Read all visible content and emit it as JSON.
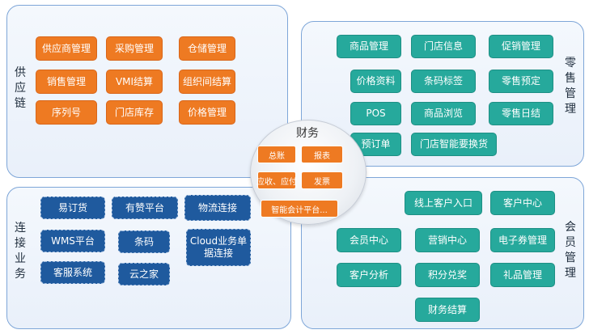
{
  "supply_chain": {
    "title": "供应链",
    "items": [
      "供应商管理",
      "采购管理",
      "仓储管理",
      "销售管理",
      "VMI结算",
      "组织间结算",
      "序列号",
      "门店库存",
      "价格管理"
    ]
  },
  "retail": {
    "title": "零售管理",
    "items": [
      "商品管理",
      "门店信息",
      "促销管理",
      "价格资料",
      "条码标签",
      "零售预定",
      "POS",
      "商品浏览",
      "零售日结",
      "预订单",
      "门店智能要换货"
    ]
  },
  "connect": {
    "title": "连接业务",
    "items": [
      "易订货",
      "有赞平台",
      "物流连接",
      "WMS平台",
      "条码",
      "Cloud业务单据连接",
      "客服系统",
      "云之家"
    ]
  },
  "member": {
    "title": "会员管理",
    "items": [
      "线上客户入口",
      "客户中心",
      "会员中心",
      "营销中心",
      "电子券管理",
      "客户分析",
      "积分兑奖",
      "礼品管理",
      "财务结算"
    ]
  },
  "finance": {
    "title": "财务",
    "items": [
      "总账",
      "报表",
      "应收、应付",
      "发票",
      "智能会计平台..."
    ]
  },
  "colors": {
    "orange": "#ee7a22",
    "teal": "#26a99c",
    "blue": "#1f5a9e",
    "panel_border": "#7ea6d8"
  }
}
